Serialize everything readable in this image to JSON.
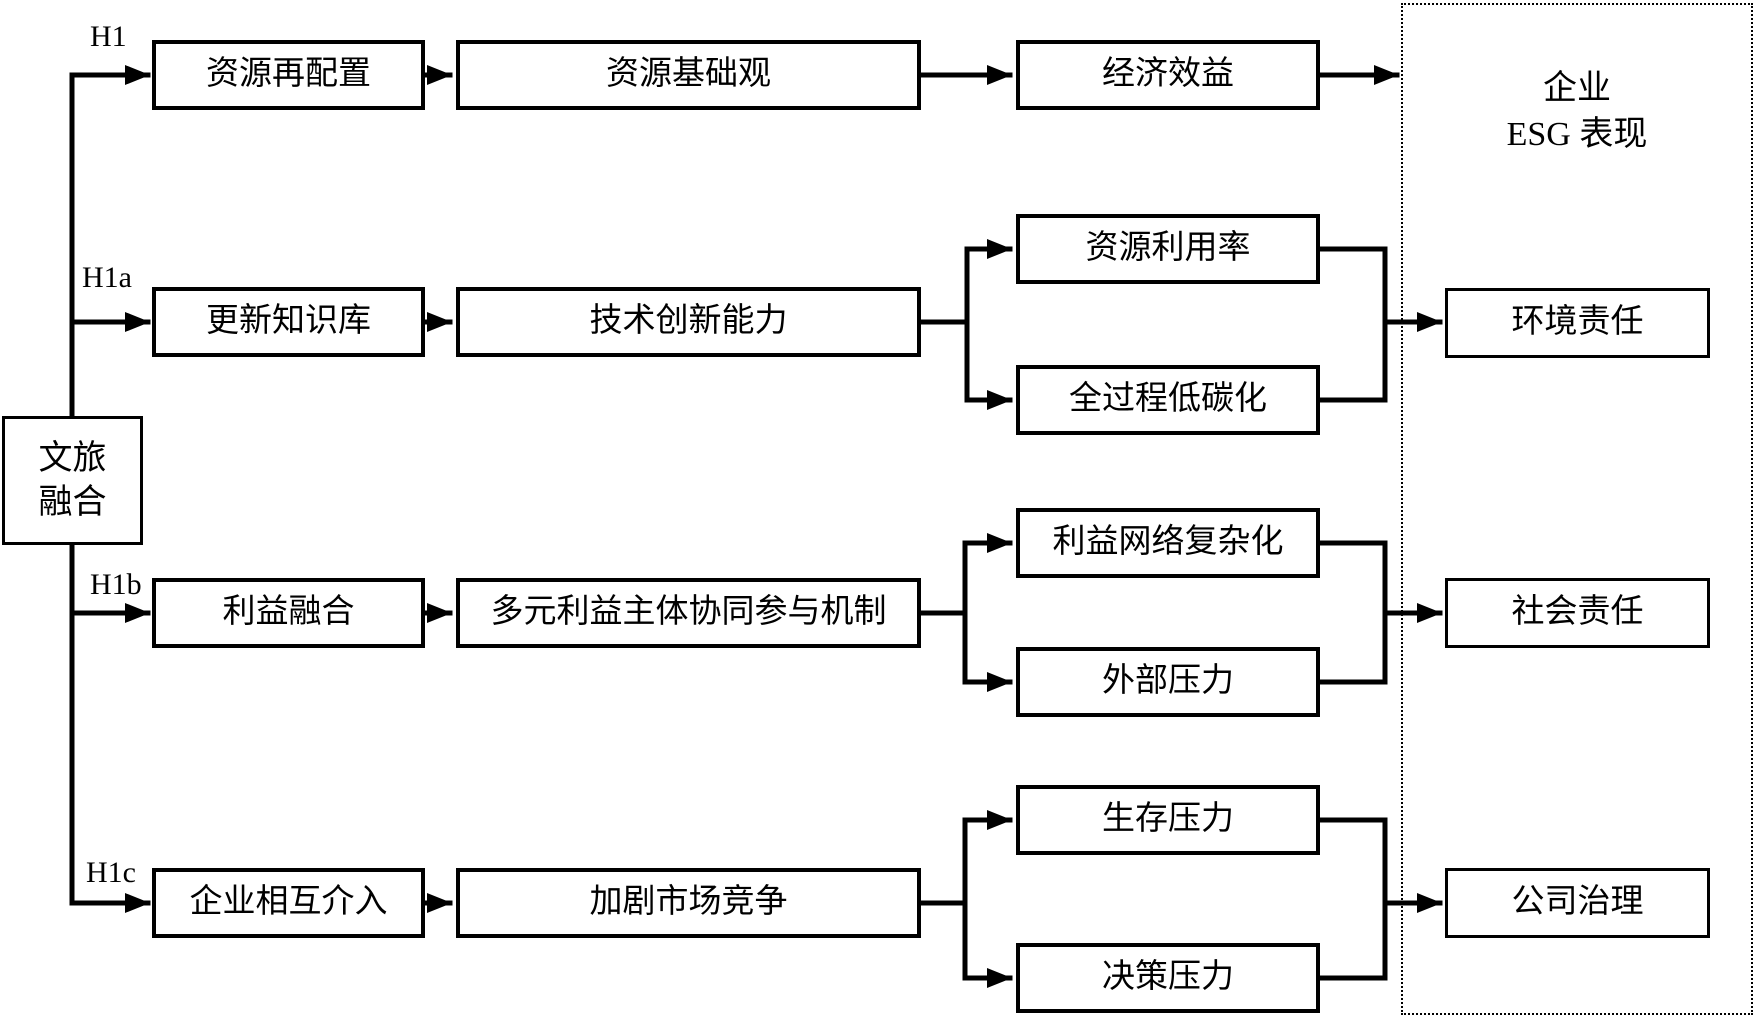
{
  "diagram": {
    "source": {
      "line1": "文旅",
      "line2": "融合"
    },
    "labels": {
      "h1": "H1",
      "h1a": "H1a",
      "h1b": "H1b",
      "h1c": "H1c"
    },
    "nodes": {
      "reallocation": "资源再配置",
      "rbv": "资源基础观",
      "economic": "经济效益",
      "knowledge": "更新知识库",
      "tech": "技术创新能力",
      "utilization": "资源利用率",
      "lowcarbon": "全过程低碳化",
      "environment": "环境责任",
      "interest": "利益融合",
      "stakeholder": "多元利益主体协同参与机制",
      "network": "利益网络复杂化",
      "external": "外部压力",
      "social": "社会责任",
      "entry": "企业相互介入",
      "competition": "加剧市场竞争",
      "survival": "生存压力",
      "decision": "决策压力",
      "governance": "公司治理"
    },
    "esg": {
      "line1": "企业",
      "line2": "ESG 表现"
    },
    "colors": {
      "line": "#000000",
      "background": "#ffffff",
      "text": "#000000"
    }
  }
}
